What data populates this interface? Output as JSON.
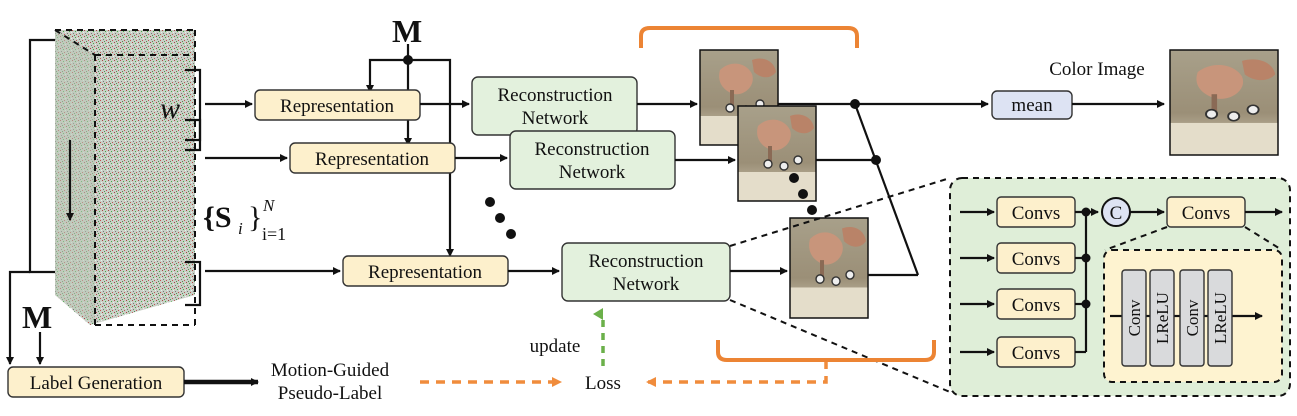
{
  "symbols": {
    "mask_top": "M",
    "mask_bottom": "M",
    "sub_stream": "w",
    "subsets_base": "{S",
    "subsets_sub_i": "i",
    "subsets_close": "}",
    "subsets_sup": "N",
    "subsets_sub": "i=1"
  },
  "labels": {
    "representation": "Representation",
    "reconstruction_line1": "Reconstruction",
    "reconstruction_line2": "Network",
    "color_image": "Color Image",
    "mean": "mean",
    "convs": "Convs",
    "concat": "C",
    "conv": "Conv",
    "lrelu": "LReLU",
    "label_generation": "Label Generation",
    "pseudo_label_line1": "Motion-Guided",
    "pseudo_label_line2": "Pseudo-Label",
    "loss": "Loss",
    "update": "update"
  },
  "colors": {
    "representation_fill": "#fdf0cc",
    "network_fill": "#e3f1dd",
    "mean_fill": "#dde3f3",
    "detail_panel_fill": "#dfeed8",
    "inner_panel_fill": "#fef3d0",
    "loss_arrow": "#f08c3c",
    "update_arrow": "#6bb04a",
    "bracket": "#ec8434"
  },
  "icons": [
    "event-volume-image",
    "reconstructed-frame-image",
    "color-image-thumbnail",
    "concat-icon"
  ]
}
